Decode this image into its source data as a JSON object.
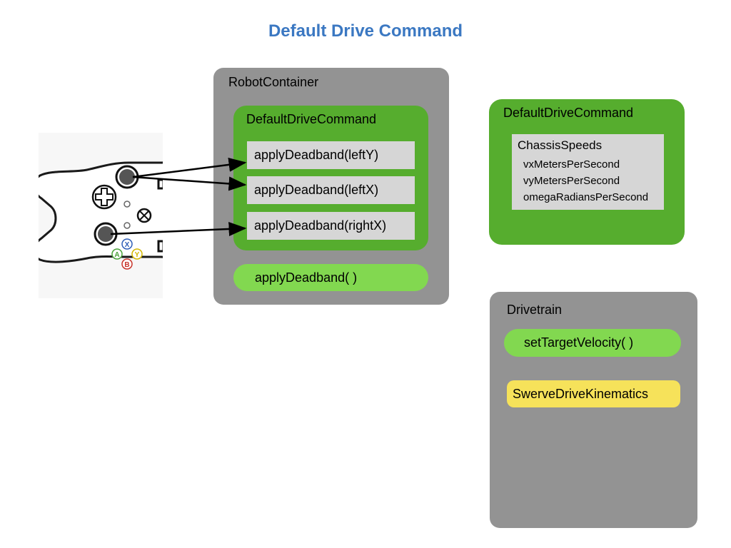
{
  "title": "Default Drive Command",
  "robot_container": {
    "label": "RobotContainer",
    "default_drive_command": {
      "label": "DefaultDriveCommand",
      "methods": [
        "applyDeadband(leftY)",
        "applyDeadband(leftX)",
        "applyDeadband(rightX)"
      ]
    },
    "apply_deadband": "applyDeadband( )"
  },
  "default_drive_command_panel": {
    "label": "DefaultDriveCommand",
    "chassis_speeds": {
      "label": "ChassisSpeeds",
      "fields": [
        "vxMetersPerSecond",
        "vyMetersPerSecond",
        "omegaRadiansPerSecond"
      ]
    }
  },
  "drivetrain": {
    "label": "Drivetrain",
    "set_target_velocity": "setTargetVelocity( )",
    "swerve_kinematics": "SwerveDriveKinematics"
  },
  "controller": {
    "icon": "gamepad-icon",
    "face_buttons": [
      "X",
      "Y",
      "A",
      "B"
    ]
  },
  "colors": {
    "title": "#3b78c2",
    "panel_gray": "#939393",
    "panel_green": "#56ad2e",
    "pill_green": "#82d850",
    "pill_yellow": "#f6e25a",
    "box_gray": "#d6d6d6"
  }
}
